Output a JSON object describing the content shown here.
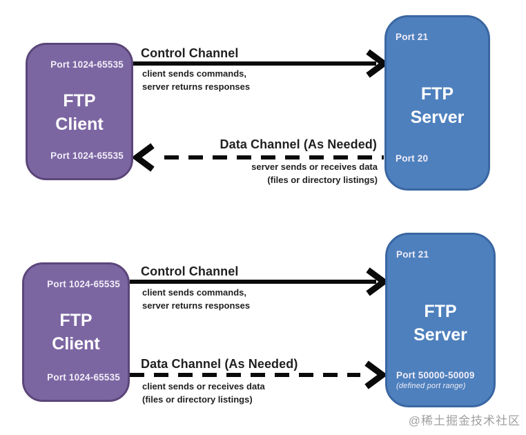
{
  "colors": {
    "client_fill": "#7c66a2",
    "client_border": "#5b4679",
    "server_fill": "#4e80bd",
    "server_border": "#3a67a2",
    "arrow": "#0a0a0a",
    "channel_text": "#1f1f1f",
    "port_text": "#f1eef8",
    "title_text": "#ffffff",
    "watermark": "#a0a0a0"
  },
  "watermark": {
    "text": "@稀土掘金技术社区"
  },
  "diagrams": [
    {
      "client": {
        "top_port": "Port 1024-65535",
        "title_line1": "FTP",
        "title_line2": "Client",
        "bottom_port": "Port 1024-65535"
      },
      "server": {
        "top_port": "Port 21",
        "title_line1": "FTP",
        "title_line2": "Server",
        "bottom_port": "Port 20"
      },
      "control_channel": {
        "title": "Control Channel",
        "desc_line1": "client sends commands,",
        "desc_line2": "server returns responses",
        "direction": "client-to-server"
      },
      "data_channel": {
        "title": "Data Channel (As Needed)",
        "desc_line1": "server sends or receives data",
        "desc_line2": "(files or directory listings)",
        "direction": "server-to-client"
      }
    },
    {
      "client": {
        "top_port": "Port 1024-65535",
        "title_line1": "FTP",
        "title_line2": "Client",
        "bottom_port": "Port 1024-65535"
      },
      "server": {
        "top_port": "Port 21",
        "title_line1": "FTP",
        "title_line2": "Server",
        "bottom_port": "Port 50000-50009",
        "bottom_port_note": "(defined port range)"
      },
      "control_channel": {
        "title": "Control Channel",
        "desc_line1": "client sends commands,",
        "desc_line2": "server returns responses",
        "direction": "client-to-server"
      },
      "data_channel": {
        "title": "Data Channel (As Needed)",
        "desc_line1": "client sends or receives data",
        "desc_line2": "(files or directory listings)",
        "direction": "client-to-server"
      }
    }
  ]
}
